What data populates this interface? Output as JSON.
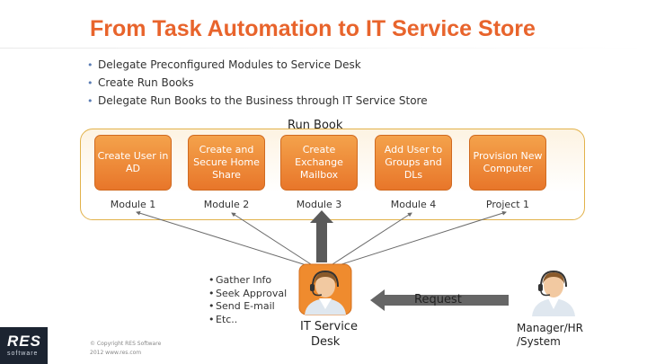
{
  "slide": {
    "title": "From Task Automation to IT Service Store",
    "bullets": [
      "Delegate Preconfigured Modules to Service Desk",
      "Create Run Books",
      "Delegate Run Books to the Business through IT Service Store"
    ],
    "bullet_glyph": "•"
  },
  "run_book": {
    "label": "Run Book",
    "modules": [
      {
        "text": "Create User in AD",
        "caption": "Module 1"
      },
      {
        "text": "Create and Secure Home Share",
        "caption": "Module 2"
      },
      {
        "text": "Create Exchange Mailbox",
        "caption": "Module 3"
      },
      {
        "text": "Add User to Groups and DLs",
        "caption": "Module 4"
      },
      {
        "text": "Provision New Computer",
        "caption": "Project 1"
      }
    ]
  },
  "gather_list": [
    "Gather Info",
    "Seek Approval",
    "Send E-mail",
    "Etc.."
  ],
  "service_desk": {
    "label_line1": "IT Service",
    "label_line2": "Desk",
    "icon": "person-headset-icon"
  },
  "request": {
    "label": "Request"
  },
  "manager": {
    "label_line1": "Manager/HR",
    "label_line2": "/System",
    "icon": "person-headset-icon"
  },
  "footer": {
    "logo_text": "RES",
    "logo_sub": "software",
    "copyright_line1": "© Copyright RES Software",
    "copyright_line2": "2012 www.res.com"
  },
  "colors": {
    "title": "#e8642c",
    "module_fill": "#ee8a33",
    "frame_border": "#e2b24a",
    "arrow_fill": "#555555",
    "request_arrow": "#666666",
    "logo_bg": "#1c2431"
  }
}
